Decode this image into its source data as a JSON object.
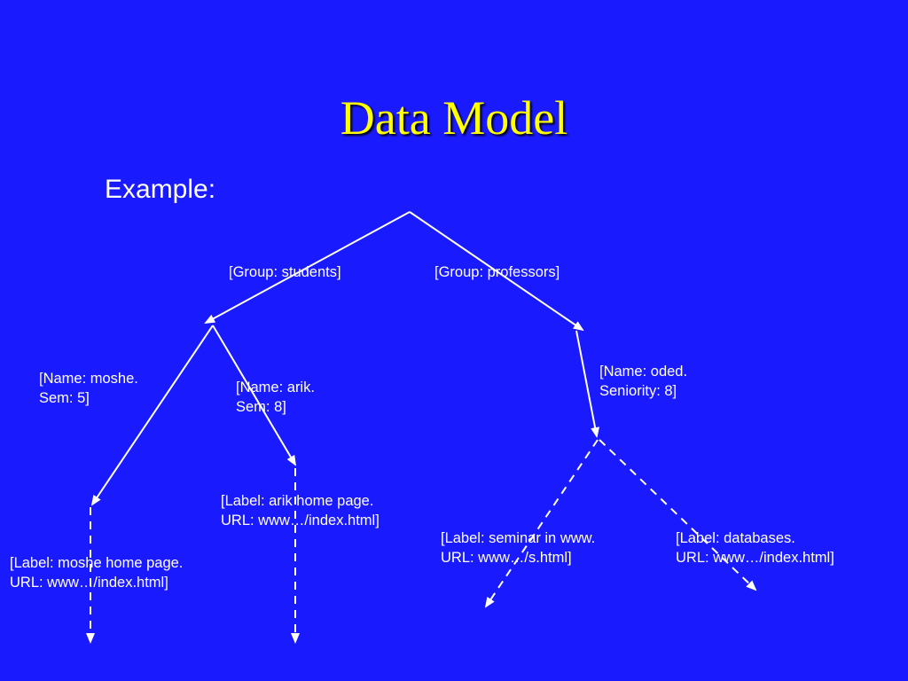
{
  "slide": {
    "title": "Data Model",
    "subtitle": "Example:",
    "background_color": "#1a1aff",
    "title_color": "#ffff00",
    "text_color": "#ffffff"
  },
  "edges": {
    "group_students": "[Group: students]",
    "group_professors": "[Group: professors]",
    "name_moshe": {
      "line1": "[Name: moshe.",
      "line2": "Sem: 5]"
    },
    "name_arik": {
      "line1": "[Name: arik.",
      "line2": "Sem: 8]"
    },
    "name_oded": {
      "line1": "[Name: oded.",
      "line2": "Seniority: 8]"
    },
    "label_moshe": {
      "line1": "[Label: moshe home page.",
      "line2": "URL: www…/index.html]"
    },
    "label_arik": {
      "line1": "[Label: arik home page.",
      "line2": "URL: www…/index.html]"
    },
    "label_seminar": {
      "line1": "[Label: seminar in www.",
      "line2": "URL: www…/s.html]"
    },
    "label_databases": {
      "line1": "[Label: databases.",
      "line2": "URL: www…/index.html]"
    }
  }
}
